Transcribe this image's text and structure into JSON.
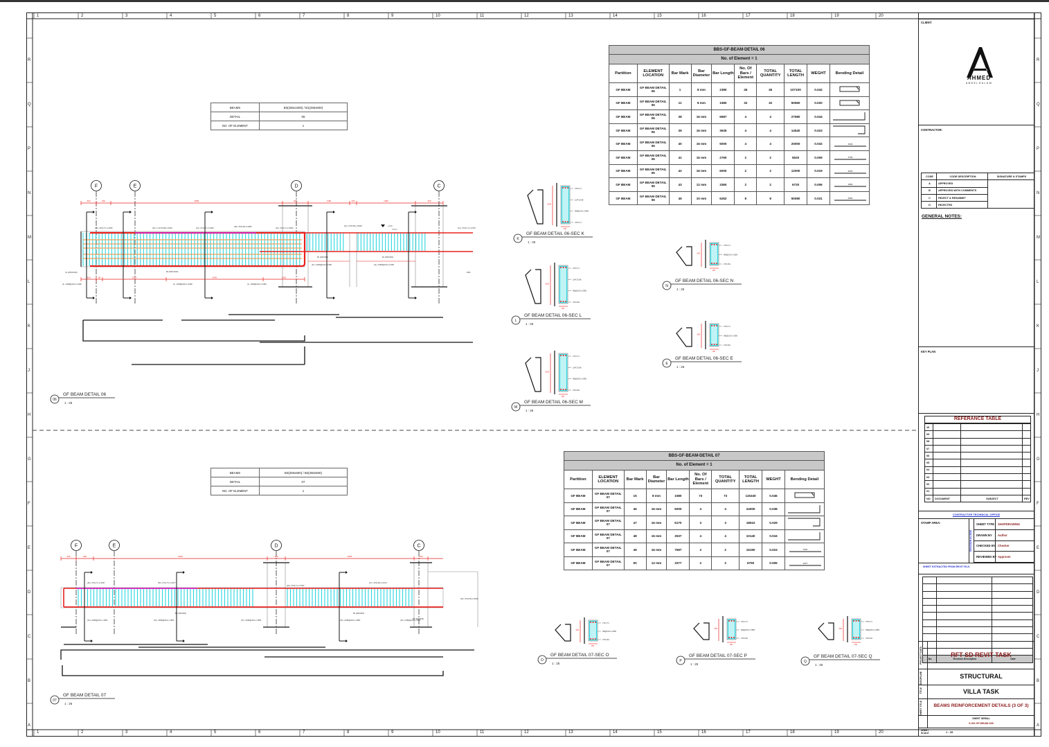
{
  "ruler": {
    "numbers": [
      "1",
      "2",
      "3",
      "4",
      "5",
      "6",
      "7",
      "8",
      "9",
      "10",
      "11",
      "12",
      "13",
      "14",
      "15",
      "16",
      "17",
      "18",
      "19",
      "20"
    ],
    "letters": [
      "R",
      "Q",
      "P",
      "N",
      "M",
      "L",
      "K",
      "J",
      "H",
      "G",
      "F",
      "E",
      "D",
      "C",
      "B",
      "A"
    ]
  },
  "detail06": {
    "info": {
      "beams_label": "BEAMS",
      "beams_value": "B3(250x1000) / B1(250x600)",
      "detail_label": "DETAIL",
      "detail_value": "06",
      "elements_label": "NO. OF ELEMENT",
      "elements_value": "1"
    },
    "title": "GF BEAM DETAIL 06",
    "tag": "06",
    "scale": "1 : 25",
    "grids": [
      "F",
      "E",
      "D",
      "C"
    ],
    "dims_top": [
      "300",
      "300",
      "6080",
      "300",
      "1180",
      "300",
      "1960",
      "300"
    ],
    "dims_bottom": [
      "300",
      "50",
      "1020",
      "2640",
      "1220",
      "50"
    ],
    "annotations": [
      "(39) -4T16-T1-L=3635",
      "(45) -2 x4T10.88-L=6262",
      "(43) -2T12-T1-L=3360",
      "(38) -4T16-B1-L=6687",
      "(40) -4T16-T1-L=5000",
      "(42) -2T16-B1-L=6000",
      "(41) -2T16-T1-L=2760",
      "(1) -10Φ8@100-L=2380",
      "(1) -10Φ8@200-L=2380",
      "(1) -10Φ8@100-L=2380",
      "(11) -12Φ8@100-L=1580",
      "(11) -20Φ8@100-L=1580",
      "B3 (250X1000)",
      "B1 (250X600)",
      "B1 (250X600)",
      "RW1",
      "+0.20",
      "C4 (250X1000)"
    ],
    "level": "T.O.C",
    "sections": [
      {
        "tag": "K",
        "title": "GF BEAM DETAIL 06-SEC K",
        "scale": "1 : 25",
        "notes": [
          "4T16-T1",
          "2x4T10.88",
          "Φ8@100-L=2380",
          "4T16-T1"
        ],
        "dim": "1000",
        "width": "250"
      },
      {
        "tag": "L",
        "title": "GF BEAM DETAIL 06-SEC L",
        "scale": "1 : 25",
        "notes": [
          "4T16-T1",
          "2x4T10.88",
          "Φ8@100-L=2380",
          "4T16-B1"
        ],
        "dim": "1000",
        "width": "250"
      },
      {
        "tag": "M",
        "title": "GF BEAM DETAIL 06-SEC M",
        "scale": "1 : 25",
        "notes": [
          "2T12-T1",
          "2x4T10.88",
          "Φ8@200-L=2380",
          "4T16-B1"
        ],
        "dim": "1000",
        "width": "250"
      },
      {
        "tag": "N",
        "title": "GF BEAM DETAIL 06-SEC N",
        "scale": "1 : 25",
        "notes": [
          "4T16-T1",
          "Φ8@100-L=1580",
          "2T16-B1"
        ],
        "dim": "600",
        "width": "250"
      },
      {
        "tag": "E",
        "title": "GF BEAM DETAIL 06-SEC E",
        "scale": "1 : 25",
        "notes": [
          "2T16-T1",
          "Φ8@100-L=1580",
          "2T16-B1"
        ],
        "dim": "600",
        "width": "250"
      }
    ]
  },
  "detail07": {
    "info": {
      "beams_label": "BEAMS",
      "beams_value": "B3(250x600) / B2(250x600)",
      "detail_label": "DETAIL",
      "detail_value": "07",
      "elements_label": "NO. OF ELEMENT",
      "elements_value": "1"
    },
    "title": "GF BEAM DETAIL 07",
    "tag": "07",
    "scale": "1 : 25",
    "grids": [
      "F",
      "E",
      "D",
      "C"
    ],
    "dims_top": [
      "300",
      "300",
      "5220",
      "300",
      "4930",
      "300"
    ],
    "annotations": [
      "(48) -4T16-T1-L=2537",
      "(50) -2T12-T1-L=3377",
      "(49) -2T16-T1-L=7597",
      "(47) -3T16-B1-L=6170",
      "(15) -16Φ8@100-L=1580",
      "(15) -19Φ8@200-L=1580",
      "(15) -16Φ8@100-L=1580",
      "(15) -10Φ8@200-L=1580",
      "(15) -12Φ8@100-L=1580",
      "(46) -4T16-B1-L=6000",
      "B2 (250X600)",
      "B2 (250X600)",
      "B3 (250X600)"
    ],
    "sections": [
      {
        "tag": "O",
        "title": "GF BEAM DETAIL 07-SEC O",
        "scale": "1 : 25",
        "notes": [
          "2T12-T1",
          "Φ8@100-L=1580",
          "4T16-B1"
        ],
        "dim": "600",
        "width": "250"
      },
      {
        "tag": "P",
        "title": "GF BEAM DETAIL 07-SEC P",
        "scale": "1 : 25",
        "notes": [
          "2T12-T1",
          "Φ8@200-L=1580",
          "4T16-B1"
        ],
        "dim": "600",
        "width": "250"
      },
      {
        "tag": "Q",
        "title": "GF BEAM DETAIL 07-SEC Q",
        "scale": "1 : 25",
        "notes": [
          "2T16-T1",
          "Φ8@200-L=1580",
          "3T16-B1"
        ],
        "dim": "600",
        "width": "250"
      }
    ]
  },
  "bbs06": {
    "title": "BBS-GF-BEAM-DETAIL 06",
    "subtitle": "No. of Element = 1",
    "headers": [
      "Partition",
      "ELEMENT LOCATION",
      "Bar Mark",
      "Bar Diameter",
      "Bar Length",
      "No. Of Bars / Element",
      "TOTAL QUANTITY",
      "TOTAL LENGTH",
      "WEGHT",
      "Bending Detail"
    ],
    "rows": [
      [
        "GF BEAM",
        "GF BEAM DETAIL 06",
        "1",
        "8 mm",
        "2380",
        "45",
        "45",
        "107100",
        "0.042",
        "stirrup"
      ],
      [
        "GF BEAM",
        "GF BEAM DETAIL 06",
        "11",
        "8 mm",
        "1580",
        "32",
        "32",
        "50560",
        "0.020",
        "stirrup"
      ],
      [
        "GF BEAM",
        "GF BEAM DETAIL 06",
        "38",
        "16 mm",
        "6687",
        "4",
        "4",
        "27580",
        "0.044",
        "L"
      ],
      [
        "GF BEAM",
        "GF BEAM DETAIL 06",
        "39",
        "16 mm",
        "3635",
        "4",
        "4",
        "14540",
        "0.023",
        "U"
      ],
      [
        "GF BEAM",
        "GF BEAM DETAIL 06",
        "40",
        "16 mm",
        "5000",
        "4",
        "4",
        "20000",
        "0.032",
        "straight"
      ],
      [
        "GF BEAM",
        "GF BEAM DETAIL 06",
        "41",
        "16 mm",
        "2760",
        "2",
        "2",
        "5520",
        "0.009",
        "straight"
      ],
      [
        "GF BEAM",
        "GF BEAM DETAIL 06",
        "42",
        "16 mm",
        "6000",
        "2",
        "2",
        "12000",
        "0.019",
        "straight"
      ],
      [
        "GF BEAM",
        "GF BEAM DETAIL 06",
        "43",
        "12 mm",
        "3360",
        "2",
        "2",
        "6720",
        "0.006",
        "straight"
      ],
      [
        "GF BEAM",
        "GF BEAM DETAIL 06",
        "45",
        "10 mm",
        "6262",
        "8",
        "8",
        "50080",
        "0.031",
        "straight"
      ]
    ]
  },
  "bbs07": {
    "title": "BBS-GF-BEAM-DETAIL 07",
    "subtitle": "No. of Element = 1",
    "headers": [
      "Partition",
      "ELEMENT LOCATION",
      "Bar Mark",
      "Bar Diameter",
      "Bar Length",
      "No. Of Bars / Element",
      "TOTAL QUANTITY",
      "TOTAL LENGTH",
      "WEGHT",
      "Bending Detail"
    ],
    "rows": [
      [
        "GF BEAM",
        "GF BEAM DETAIL 07",
        "15",
        "8 mm",
        "1580",
        "73",
        "73",
        "115340",
        "0.046",
        "stirrup"
      ],
      [
        "GF BEAM",
        "GF BEAM DETAIL 07",
        "46",
        "16 mm",
        "6000",
        "4",
        "4",
        "24000",
        "0.038",
        "L"
      ],
      [
        "GF BEAM",
        "GF BEAM DETAIL 07",
        "47",
        "16 mm",
        "6170",
        "3",
        "3",
        "18510",
        "0.029",
        "U"
      ],
      [
        "GF BEAM",
        "GF BEAM DETAIL 07",
        "48",
        "16 mm",
        "2537",
        "4",
        "4",
        "10140",
        "0.016",
        "L"
      ],
      [
        "GF BEAM",
        "GF BEAM DETAIL 07",
        "49",
        "16 mm",
        "7597",
        "2",
        "2",
        "15190",
        "0.024",
        "straight"
      ],
      [
        "GF BEAM",
        "GF BEAM DETAIL 07",
        "50",
        "12 mm",
        "3377",
        "2",
        "2",
        "6750",
        "0.006",
        "straight"
      ]
    ]
  },
  "titleblock": {
    "client": "CLIENT:",
    "logo_name": "AHMED",
    "logo_sub": "ABDELSALAM",
    "contractor": "CONTRACTOR:",
    "codes_header": [
      "CODE",
      "CODE DESCRIPTION",
      "SIGNATURE & STAMPS"
    ],
    "codes": [
      [
        "A",
        "APPROVED"
      ],
      [
        "B",
        "APPROVED WITH COMMENTS"
      ],
      [
        "C",
        "REJECT & RESUBMIT"
      ],
      [
        "D",
        "REJECTED"
      ]
    ],
    "general_notes": "GENERAL NOTES:",
    "key_plan": "KEY PLAN",
    "ref_title": "REFERANCE TABLE",
    "ref_rows": [
      "10",
      "09",
      "08",
      "07",
      "06",
      "05",
      "04",
      "03",
      "02",
      "01"
    ],
    "ref_header": [
      "NO",
      "DOCUMENT",
      "SUBJECT",
      "REV"
    ],
    "tech_office": "CONTRACTOR TECHNICAL OFFICE",
    "stamp_area": "STAMP AREA:",
    "revision_bar": "REVISION IN-SIDE",
    "sheet_type_label": "SHEET TYPE",
    "sheet_type": "SHOPDRAWING",
    "drawn_label": "DRAWN BY",
    "drawn": "Author",
    "checked_label": "CHECKED BY",
    "checked": "Checker",
    "reviewed_label": "REVIEWED BY",
    "reviewed": "Approver",
    "extracted": "SHEET EXTRACTED FROM REVIT FILE:",
    "rev_header": [
      "No.",
      "Revision Description",
      "Date"
    ],
    "project_label": "PROJECT DATA",
    "project": "RFT SD REVIT TASK",
    "discipline_label": "DISCIPLINE",
    "discipline": "STRUCTURAL",
    "title_label": "TITLE",
    "title": "VILLA TASK",
    "sheet_title_label": "SHEET TITLE",
    "sheet_title": "BEAMS REINFORCEMENT DETAILS (3 OF 3)",
    "serial_label": "SHEET SERIAL",
    "serial": "S-SD-GF-BEAM-006",
    "scale_label": "SHEET SCALE",
    "scale": "1 : 25"
  },
  "colors": {
    "rebar_red": "#e8201c",
    "stirrup_cyan": "#2ad6e0",
    "title_red": "#8b1a1a",
    "link_blue": "#2233cc",
    "header_grey": "#c8c8c8"
  }
}
